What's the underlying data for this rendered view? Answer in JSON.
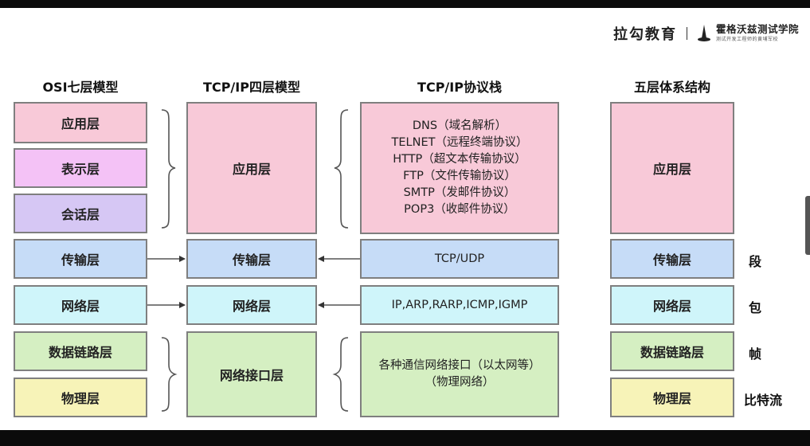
{
  "brand": {
    "name": "拉勾教育",
    "partner": "霍格沃兹测试学院",
    "partner_tagline": "测试开发工程师的黄埔军校"
  },
  "columns": {
    "osi": "OSI七层模型",
    "tcpip4": "TCP/IP四层模型",
    "stack": "TCP/IP协议栈",
    "five": "五层体系结构"
  },
  "osi_layers": [
    "应用层",
    "表示层",
    "会话层",
    "传输层",
    "网络层",
    "数据链路层",
    "物理层"
  ],
  "tcpip_layers": [
    "应用层",
    "传输层",
    "网络层",
    "网络接口层"
  ],
  "protocols": {
    "application": [
      "DNS（域名解析）",
      "TELNET（远程终端协议）",
      "HTTP（超文本传输协议）",
      "FTP（文件传输协议）",
      "SMTP（发邮件协议）",
      "POP3（收邮件协议）"
    ],
    "transport": "TCP/UDP",
    "network": "IP,ARP,RARP,ICMP,IGMP",
    "link_line1": "各种通信网络接口（以太网等）",
    "link_line2": "（物理网络）"
  },
  "five_layers": [
    "应用层",
    "传输层",
    "网络层",
    "数据链路层",
    "物理层"
  ],
  "units": [
    "段",
    "包",
    "帧",
    "比特流"
  ],
  "colors": {
    "application": "#f8c9d8",
    "presentation": "#f4c2f6",
    "session": "#d6c7f4",
    "transport": "#c6dcf7",
    "network": "#cff5fa",
    "link": "#d5efc2",
    "physical": "#f7f3b8",
    "border": "#7f7f7f"
  }
}
